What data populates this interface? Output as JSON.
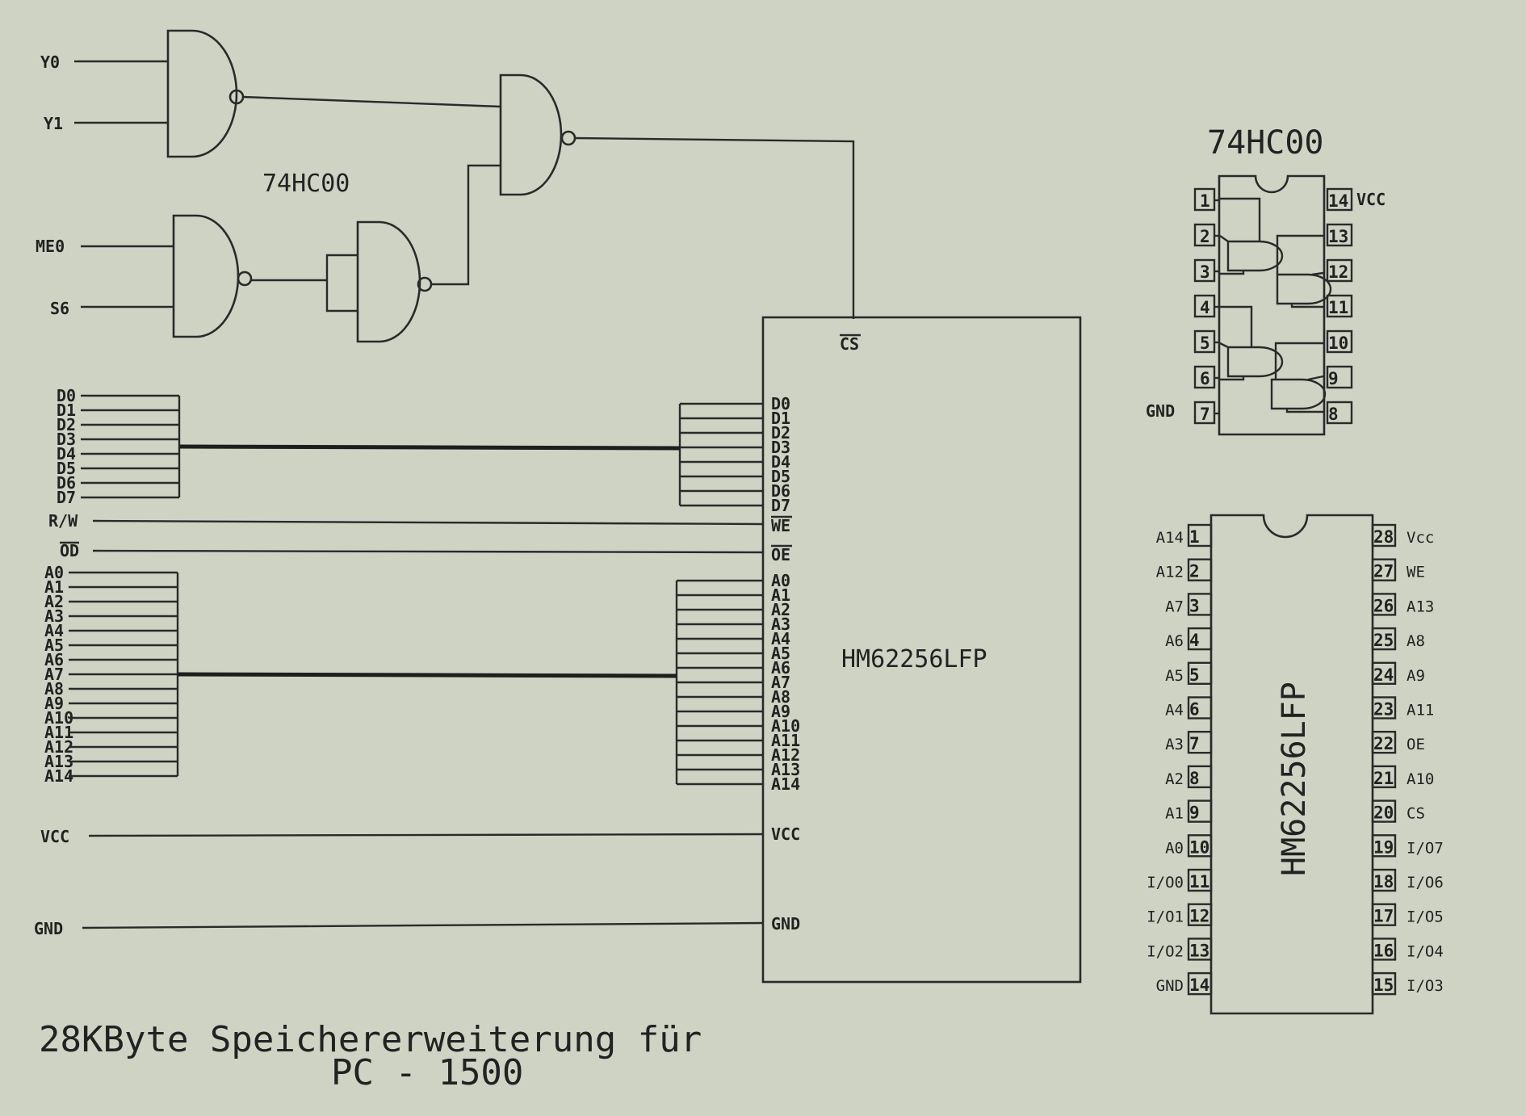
{
  "decoder": {
    "chip_label": "74HC00",
    "inputs": {
      "y0": "Y0",
      "y1": "Y1",
      "me0": "ME0",
      "s6": "S6"
    }
  },
  "signals": {
    "data": [
      "D0",
      "D1",
      "D2",
      "D3",
      "D4",
      "D5",
      "D6",
      "D7"
    ],
    "rw": "R/W",
    "od": "OD",
    "address": [
      "A0",
      "A1",
      "A2",
      "A3",
      "A4",
      "A5",
      "A6",
      "A7",
      "A8",
      "A9",
      "A10",
      "A11",
      "A12",
      "A13",
      "A14"
    ],
    "vcc": "VCC",
    "gnd": "GND"
  },
  "ram": {
    "name": "HM62256LFP",
    "cs": "CS",
    "we": "WE",
    "oe": "OE",
    "vcc": "VCC",
    "gnd": "GND",
    "data_pins": [
      "D0",
      "D1",
      "D2",
      "D3",
      "D4",
      "D5",
      "D6",
      "D7"
    ],
    "address_pins": [
      "A0",
      "A1",
      "A2",
      "A3",
      "A4",
      "A5",
      "A6",
      "A7",
      "A8",
      "A9",
      "A10",
      "A11",
      "A12",
      "A13",
      "A14"
    ]
  },
  "pinout_74hc00": {
    "title": "74HC00",
    "left": [
      "1",
      "2",
      "3",
      "4",
      "5",
      "6",
      "7"
    ],
    "right": [
      "14",
      "13",
      "12",
      "11",
      "10",
      "9",
      "8"
    ],
    "vcc": "VCC",
    "gnd": "GND"
  },
  "pinout_ram": {
    "name": "HM62256LFP",
    "left": [
      {
        "num": "1",
        "label": "A14"
      },
      {
        "num": "2",
        "label": "A12"
      },
      {
        "num": "3",
        "label": "A7"
      },
      {
        "num": "4",
        "label": "A6"
      },
      {
        "num": "5",
        "label": "A5"
      },
      {
        "num": "6",
        "label": "A4"
      },
      {
        "num": "7",
        "label": "A3"
      },
      {
        "num": "8",
        "label": "A2"
      },
      {
        "num": "9",
        "label": "A1"
      },
      {
        "num": "10",
        "label": "A0"
      },
      {
        "num": "11",
        "label": "I/O0"
      },
      {
        "num": "12",
        "label": "I/O1"
      },
      {
        "num": "13",
        "label": "I/O2"
      },
      {
        "num": "14",
        "label": "GND"
      }
    ],
    "right": [
      {
        "num": "28",
        "label": "Vcc"
      },
      {
        "num": "27",
        "label": "WE"
      },
      {
        "num": "26",
        "label": "A13"
      },
      {
        "num": "25",
        "label": "A8"
      },
      {
        "num": "24",
        "label": "A9"
      },
      {
        "num": "23",
        "label": "A11"
      },
      {
        "num": "22",
        "label": "OE"
      },
      {
        "num": "21",
        "label": "A10"
      },
      {
        "num": "20",
        "label": "CS"
      },
      {
        "num": "19",
        "label": "I/O7"
      },
      {
        "num": "18",
        "label": "I/O6"
      },
      {
        "num": "17",
        "label": "I/O5"
      },
      {
        "num": "16",
        "label": "I/O4"
      },
      {
        "num": "15",
        "label": "I/O3"
      }
    ]
  },
  "caption": {
    "line1": "28KByte Speichererweiterung für",
    "line2": "PC - 1500"
  }
}
